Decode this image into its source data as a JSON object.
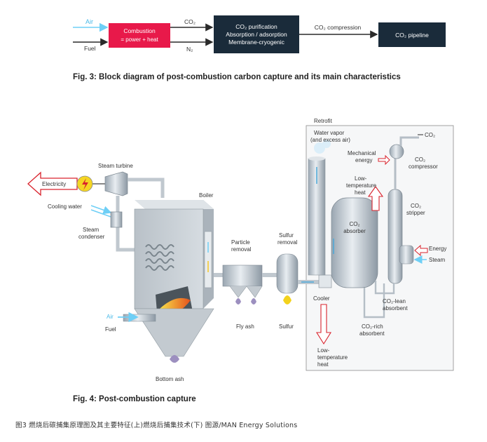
{
  "fig3": {
    "input_air": "Air",
    "input_fuel": "Fuel",
    "combustion_line1": "Combustion",
    "combustion_line2": "= power + heat",
    "out_co2": "CO₂",
    "out_n2": "N₂",
    "purification_line1": "CO₂ purification",
    "purification_line2": "Absorption / adsorption",
    "purification_line3": "Membrane-cryogenic",
    "compression": "CO₂ compression",
    "pipeline": "CO₂ pipeline",
    "caption": "Fig. 3: Block diagram of post-combustion carbon capture and its main characteristics"
  },
  "fig4": {
    "retrofit": "Retrofit",
    "water_vapor_line1": "Water vapor",
    "water_vapor_line2": "(and excess air)",
    "co2_out": "CO₂",
    "mechanical_energy_line1": "Mechanical",
    "mechanical_energy_line2": "energy",
    "co2_compressor_line1": "CO₂",
    "co2_compressor_line2": "compressor",
    "low_temp_heat_top_line1": "Low-",
    "low_temp_heat_top_line2": "temperature",
    "low_temp_heat_top_line3": "heat",
    "co2_stripper_line1": "CO₂",
    "co2_stripper_line2": "stripper",
    "co2_absorber_line1": "CO₂",
    "co2_absorber_line2": "absorber",
    "energy": "Energy",
    "steam": "Steam",
    "co2_lean_line1": "CO₂-lean",
    "co2_lean_line2": "absorbent",
    "co2_rich_line1": "CO₂-rich",
    "co2_rich_line2": "absorbent",
    "cooler": "Cooler",
    "low_temp_heat_bottom_line1": "Low-",
    "low_temp_heat_bottom_line2": "temperature",
    "low_temp_heat_bottom_line3": "heat",
    "sulfur_removal_line1": "Sulfur",
    "sulfur_removal_line2": "removal",
    "sulfur": "Sulfur",
    "particle_removal_line1": "Particle",
    "particle_removal_line2": "removal",
    "fly_ash": "Fly ash",
    "boiler": "Boiler",
    "steam_turbine": "Steam turbine",
    "electricity": "Electricity",
    "cooling_water": "Cooling water",
    "steam_condenser_line1": "Steam",
    "steam_condenser_line2": "condenser",
    "air": "Air",
    "fuel": "Fuel",
    "bottom_ash": "Bottom ash",
    "caption": "Fig. 4: Post-combustion capture"
  },
  "footer": "图3 燃烧后碳捕集原理图及其主要特征(上)燃烧后捕集技术(下) 图源/MAN Energy Solutions",
  "colors": {
    "combustion_box": "#e8194a",
    "dark_box": "#1a2b3a",
    "air_arrow": "#6ecff6",
    "dark_arrow": "#2a2a2a",
    "heat_arrow": "#d9232d",
    "equipment": "#c9d1d9",
    "retrofit_border": "#8c8c8c"
  }
}
